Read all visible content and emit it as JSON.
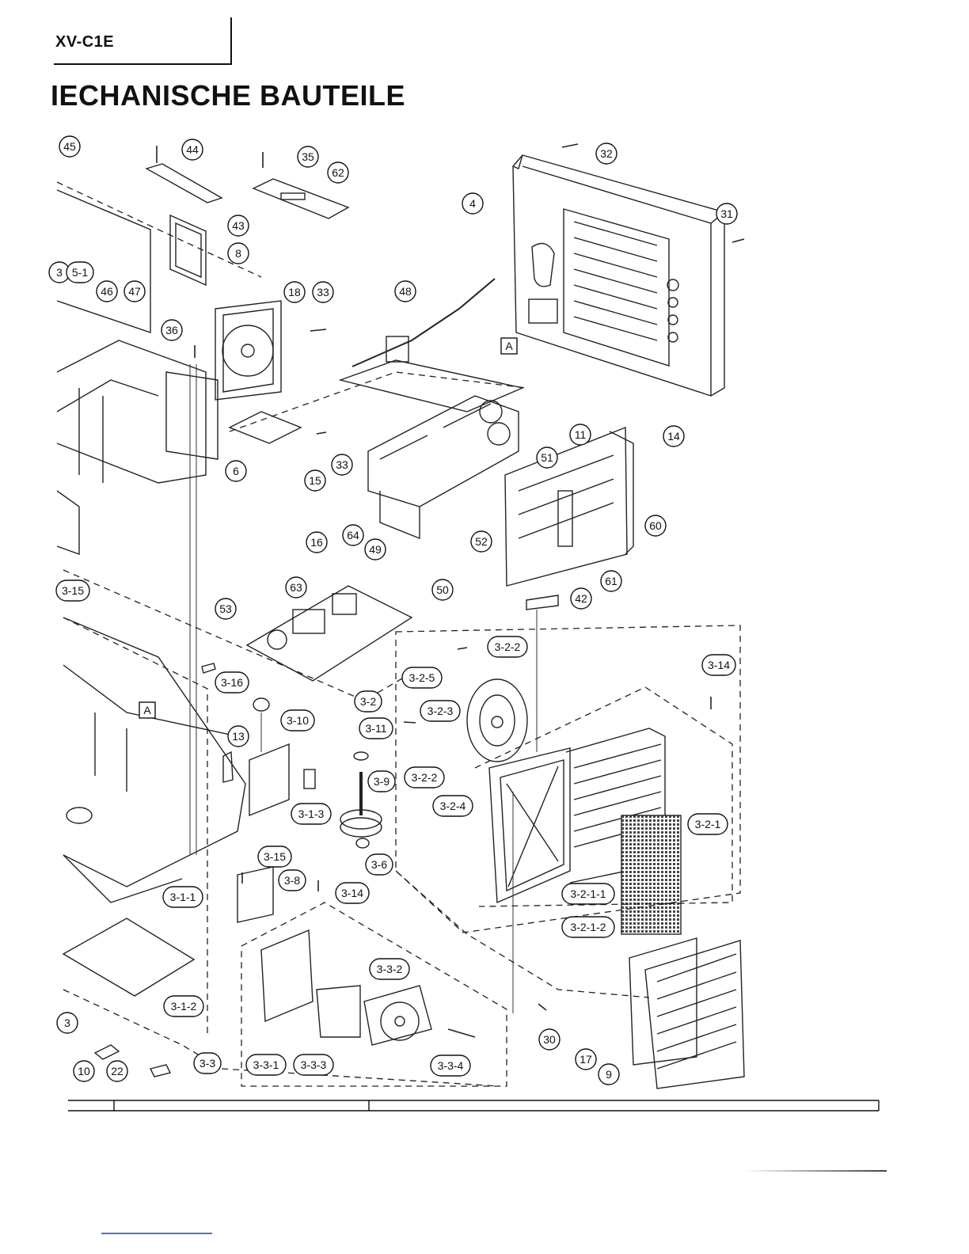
{
  "header": {
    "model": "XV-C1E",
    "title": "ΙECHANISCHE BAUTEILE"
  },
  "diagram": {
    "boxed_labels": [
      "A",
      "A"
    ],
    "callouts": [
      "45",
      "44",
      "35",
      "62",
      "32",
      "4",
      "31",
      "43",
      "8",
      "3",
      "5-1",
      "46",
      "47",
      "18",
      "33",
      "48",
      "36",
      "6",
      "15",
      "33",
      "11",
      "14",
      "51",
      "64",
      "52",
      "60",
      "16",
      "49",
      "61",
      "3-15",
      "53",
      "63",
      "50",
      "42",
      "3-16",
      "3-2-2",
      "3-14",
      "3-2-5",
      "3-2-3",
      "3-2",
      "3-10",
      "3-11",
      "13",
      "3-9",
      "3-2-2",
      "3-1-3",
      "3-2-4",
      "3-2-1",
      "3-6",
      "3-15",
      "3-8",
      "3-14",
      "3-1-1",
      "3-2-1-1",
      "3-2-1-2",
      "3-3-2",
      "3-1-2",
      "3",
      "30",
      "17",
      "9",
      "3-3",
      "3-3-1",
      "3-3-3",
      "3-3-4",
      "10",
      "22"
    ]
  }
}
